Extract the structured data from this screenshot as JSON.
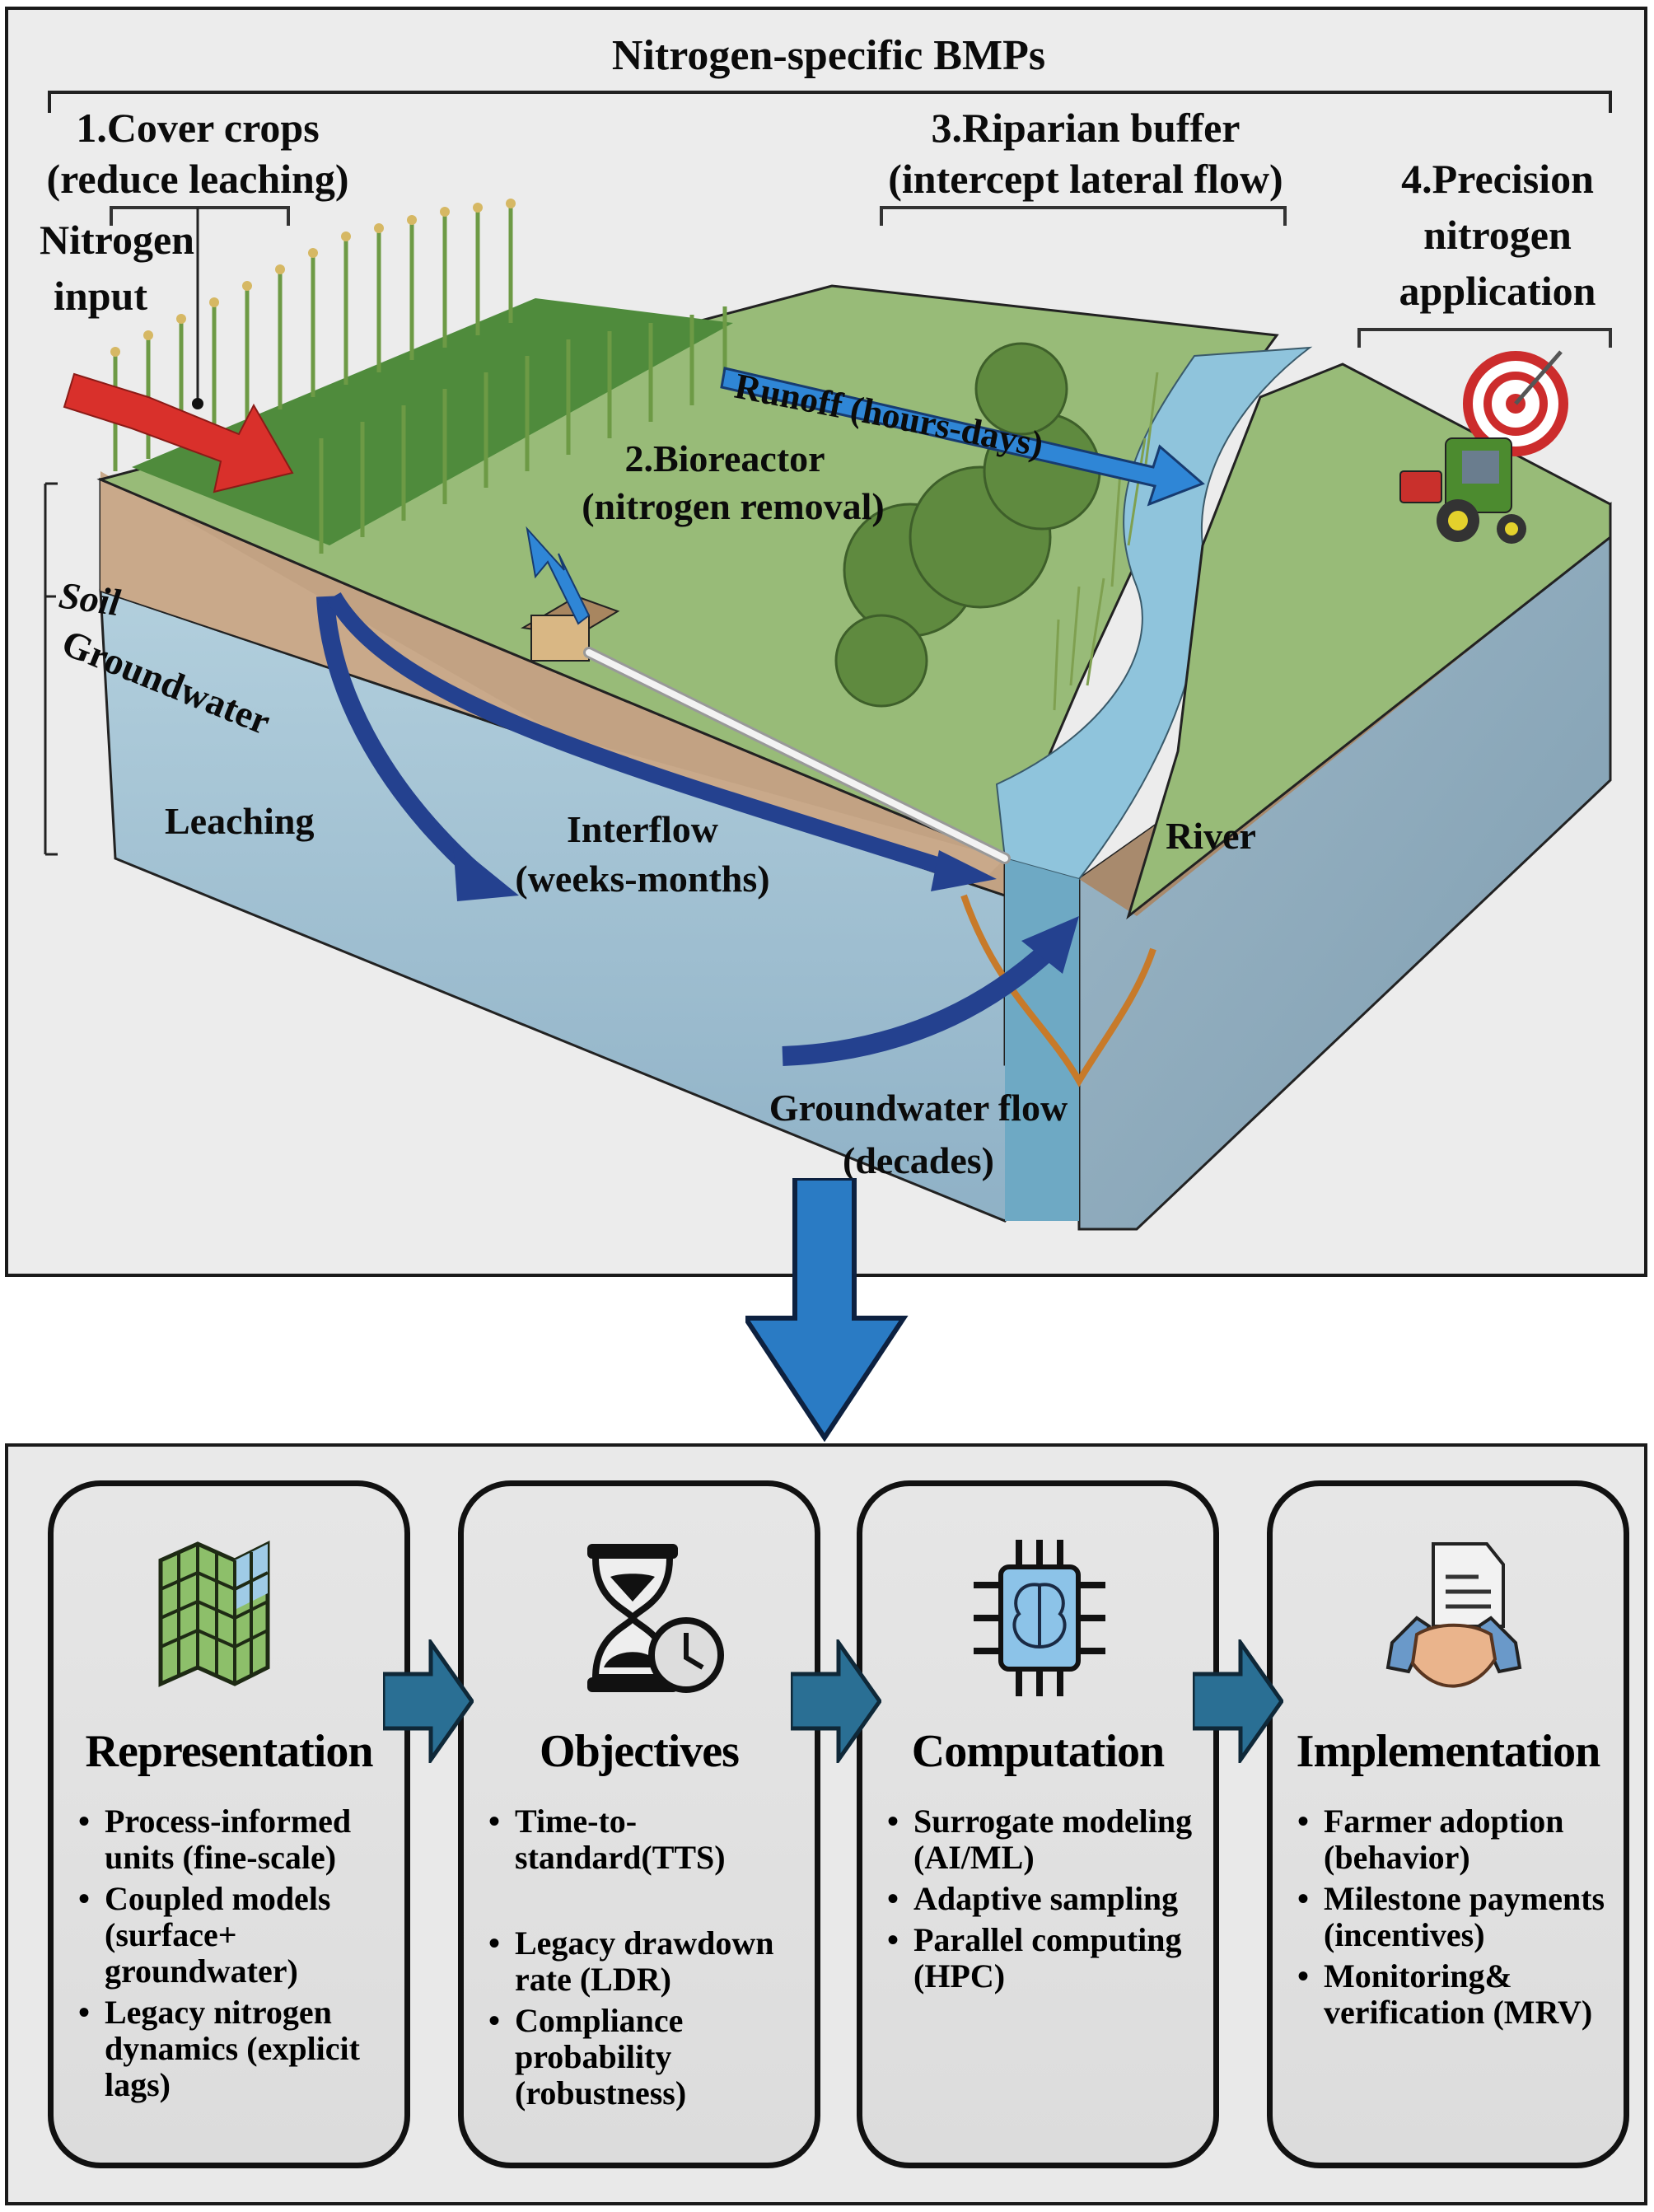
{
  "top_panel": {
    "title": "Nitrogen-specific BMPs",
    "bmps": [
      {
        "line1": "1.Cover crops",
        "line2": "(reduce leaching)"
      },
      {
        "line1": "2.Bioreactor",
        "line2": "(nitrogen removal)"
      },
      {
        "line1": "3.Riparian buffer",
        "line2": "(intercept lateral flow)"
      },
      {
        "line1": "4.Precision",
        "line2": "nitrogen",
        "line3": "application"
      }
    ],
    "labels": {
      "nitrogen_input_1": "Nitrogen",
      "nitrogen_input_2": "input",
      "soil": "Soil",
      "groundwater": "Groundwater",
      "leaching": "Leaching",
      "runoff": "Runoff (hours-days)",
      "interflow_1": "Interflow",
      "interflow_2": "(weeks-months)",
      "river": "River",
      "gw_flow_1": "Groundwater flow",
      "gw_flow_2": "(decades)"
    },
    "colors": {
      "nitrogen_arrow": "#d9302b",
      "blue_arrow": "#2f86d6",
      "flow_arrow": "#24418f",
      "field_green": "#98bb78",
      "soil": "#c2a283",
      "groundwater": "#a9c8d8",
      "river": "#8fc4dc"
    }
  },
  "transition_arrow": {
    "icon": "down-arrow",
    "color": "#2a7bc4"
  },
  "bottom_panel": {
    "cards": [
      {
        "icon": "map-grid-icon",
        "title": "Representation",
        "bullets": [
          "Process-informed units (fine-scale)",
          "Coupled models (surface+ groundwater)",
          "Legacy nitrogen dynamics (explicit lags)"
        ]
      },
      {
        "icon": "hourglass-clock-icon",
        "title": "Objectives",
        "bullets": [
          "Time-to-standard(TTS)",
          "Legacy drawdown rate (LDR)",
          "Compliance probability (robustness)"
        ]
      },
      {
        "icon": "brain-chip-icon",
        "title": "Computation",
        "bullets": [
          "Surrogate modeling (AI/ML)",
          "Adaptive sampling",
          "Parallel computing (HPC)"
        ]
      },
      {
        "icon": "handshake-document-icon",
        "title": "Implementation",
        "bullets": [
          "Farmer adoption (behavior)",
          "Milestone payments (incentives)",
          "Monitoring& verification (MRV)"
        ]
      }
    ],
    "arrow_color": "#2a6f94"
  }
}
